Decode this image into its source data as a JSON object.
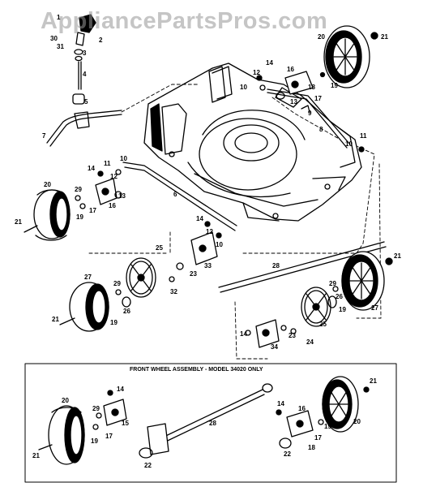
{
  "watermark": "AppliancePartsPros.com",
  "front_wheel_caption": "FRONT WHEEL ASSEMBLY - MODEL 34020 ONLY",
  "callouts": {
    "c1": "1",
    "c2": "2",
    "c3": "3",
    "c30": "30",
    "c31": "31",
    "c4": "4",
    "c5": "5",
    "c7": "7",
    "c20_tr": "20",
    "c21_tr": "21",
    "c14_tr": "14",
    "c12_tr": "12",
    "c10_tr": "10",
    "c16_tr": "16",
    "c18_tr": "18",
    "c17_tr": "17",
    "c19_tr": "19",
    "c13_tr": "13",
    "c9": "9",
    "c8": "8",
    "c11_r": "11",
    "c10_r": "10",
    "c11_l": "11",
    "c10_l": "10",
    "c14_l": "14",
    "c12_l": "12",
    "c29_l": "29",
    "c13_l": "13",
    "c16_l": "16",
    "c20_l": "20",
    "c19_l": "19",
    "c17_l": "17",
    "c21_l": "21",
    "c6": "6",
    "c14_m": "14",
    "c12_m": "12",
    "c10_m": "10",
    "c25_l": "25",
    "c33": "33",
    "c23_l": "23",
    "c32": "32",
    "c28_m": "28",
    "c27_l": "27",
    "c29_m": "29",
    "c26": "26",
    "c19_m": "19",
    "c21_m": "21",
    "c21_r": "21",
    "c29_r": "29",
    "c26_r": "26",
    "c19_r": "19",
    "c27_r": "27",
    "c25_r": "25",
    "c14_r2": "14",
    "c34": "34",
    "c23_r": "23",
    "c24": "24",
    "b20_l": "20",
    "b29": "29",
    "b14_l": "14",
    "b15": "15",
    "b17_l": "17",
    "b19_l": "19",
    "b21_l": "21",
    "b22_l": "22",
    "b28": "28",
    "b14_r": "14",
    "b16": "16",
    "b17_r": "17",
    "b19_r": "19",
    "b18": "18",
    "b22_r": "22",
    "b20_r": "20",
    "b21_r": "21"
  }
}
